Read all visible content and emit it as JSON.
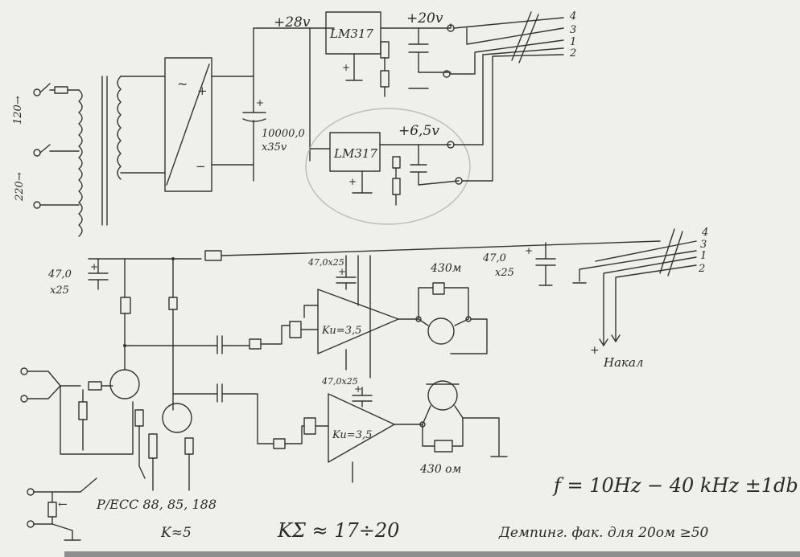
{
  "psu": {
    "mains_120": "120→",
    "mains_220": "220→",
    "bridge_ac": "~",
    "bridge_plus": "+",
    "bridge_minus": "−",
    "cap_main": "10000,0",
    "cap_main_rating": "x35v",
    "rail_28": "+28v",
    "reg1": "LM317",
    "rail_20": "+20v",
    "reg2": "LM317",
    "rail_6_5": "+6,5v",
    "bus_labels": [
      "4",
      "3",
      "1",
      "2"
    ],
    "plus": "+"
  },
  "amp": {
    "cap_left": "47,0",
    "cap_left_rating": "x25",
    "cap_top1": "47,0x25",
    "cap_top2": "47,0x25",
    "cap_right": "47,0",
    "cap_right_rating": "x25",
    "opamp1_gain": "Ku=3,5",
    "opamp2_gain": "Ku=3,5",
    "res_top": "430м",
    "res_bottom": "430 ом",
    "bus_labels": [
      "4",
      "3",
      "1",
      "2"
    ],
    "heater": "Накал",
    "heater_plus": "+",
    "tube_types": "P/ECC 88, 85, 188",
    "k_stage": "K≈5",
    "k_total": "KΣ ≈ 17÷20",
    "freq_response": "f = 10Hz − 40 kHz ±1db",
    "damping": "Демпинг. фак. для 20ом ≥50"
  }
}
